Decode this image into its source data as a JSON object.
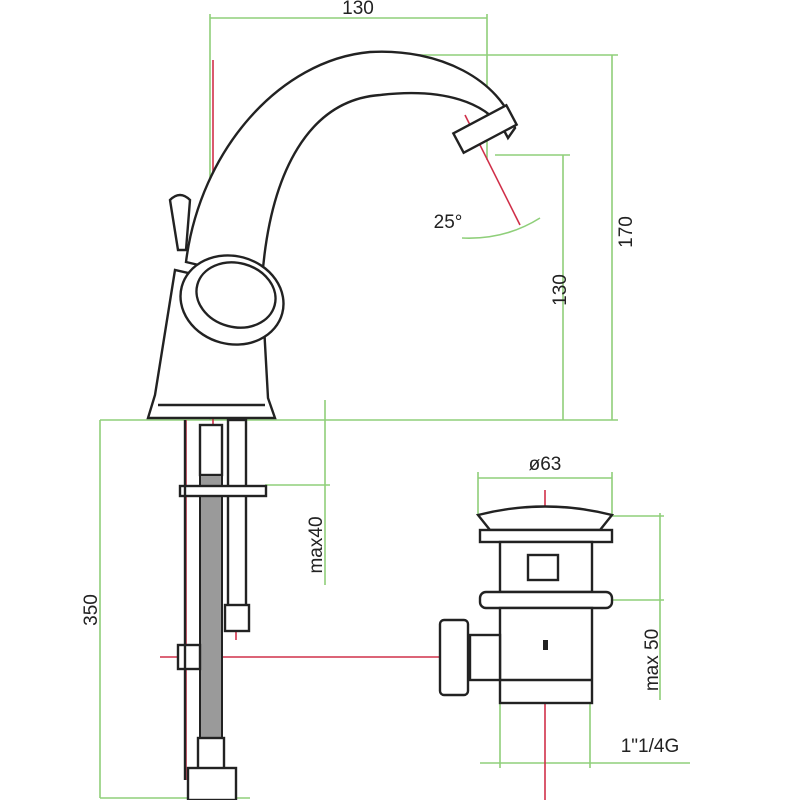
{
  "drawing": {
    "title": "Faucet technical drawing",
    "labels": {
      "top_width": "130",
      "total_height": "170",
      "spout_height": "130",
      "spout_angle": "25°",
      "drain_diameter": "ø63",
      "max_deck_thickness": "max40",
      "hose_length": "350",
      "max_basin_thickness": "max 50",
      "drain_thread": "1\"1/4G"
    },
    "colors": {
      "dimension": "#8fcf7a",
      "centerline": "#d0304a",
      "outline": "#222222"
    }
  }
}
